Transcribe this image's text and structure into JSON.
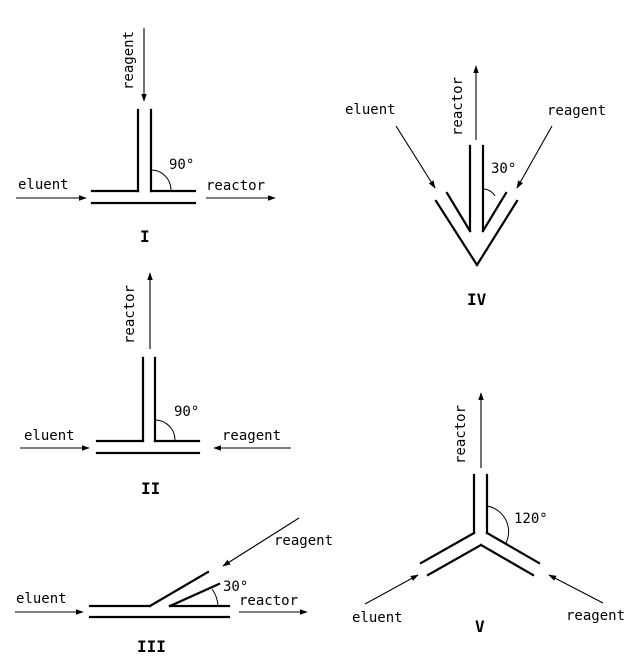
{
  "diagrams": [
    {
      "id": "I",
      "label": "I",
      "angle": "90°",
      "labels": {
        "top": "reagent",
        "left": "eluent",
        "right": "reactor"
      }
    },
    {
      "id": "II",
      "label": "II",
      "angle": "90°",
      "labels": {
        "top": "reactor",
        "left": "eluent",
        "right": "reagent"
      }
    },
    {
      "id": "III",
      "label": "III",
      "angle": "30°",
      "labels": {
        "branch": "reagent",
        "left": "eluent",
        "right": "reactor"
      }
    },
    {
      "id": "IV",
      "label": "IV",
      "angle": "30°",
      "labels": {
        "top": "reactor",
        "left": "eluent",
        "right": "reagent"
      }
    },
    {
      "id": "V",
      "label": "V",
      "angle": "120°",
      "labels": {
        "top": "reactor",
        "left": "eluent",
        "right": "reagent"
      }
    }
  ]
}
